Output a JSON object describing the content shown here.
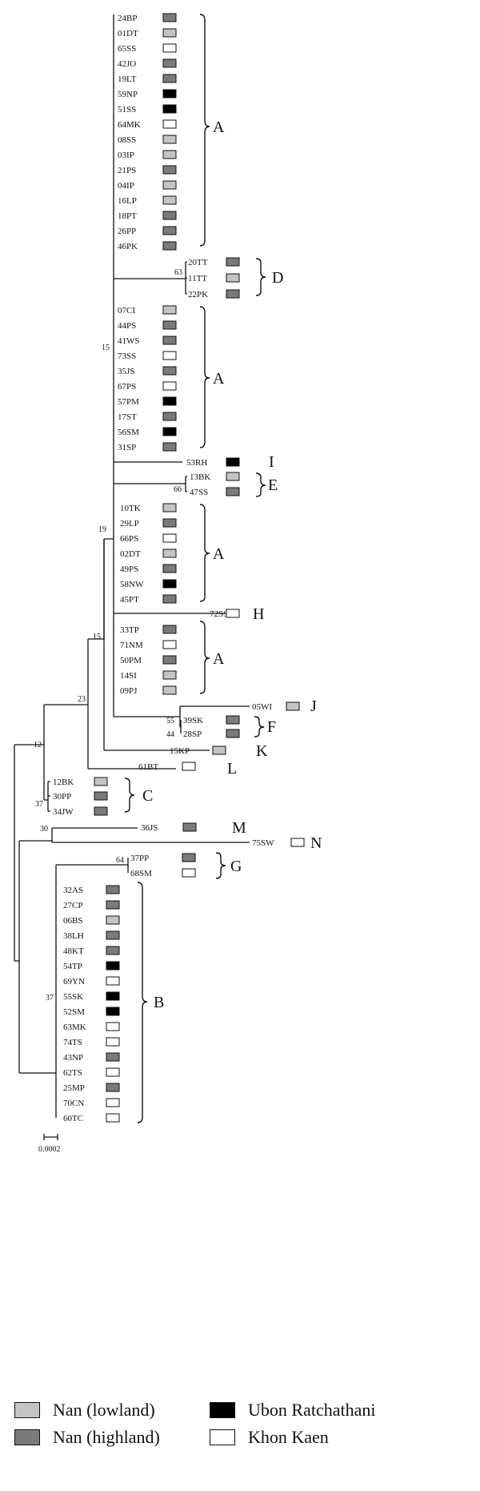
{
  "groups": [
    {
      "id": "lowland",
      "label": "Nan (lowland)",
      "color": "#c4c4c4"
    },
    {
      "id": "highland",
      "label": "Nan (highland)",
      "color": "#7a7a7a"
    },
    {
      "id": "ubon",
      "label": "Ubon Ratchathani",
      "color": "#000000"
    },
    {
      "id": "khon",
      "label": "Khon Kaen",
      "color": "#ffffff"
    }
  ],
  "bootstrap": {
    "b63": "63",
    "b15a": "15",
    "b19": "19",
    "b66": "66",
    "b15b": "15",
    "b55": "55",
    "b44": "44",
    "b23": "23",
    "b12": "12",
    "b37a": "37",
    "b30": "30",
    "b64": "64",
    "b37b": "37"
  },
  "clade_letters": {
    "A1": "A",
    "D": "D",
    "A2": "A",
    "I": "I",
    "E": "E",
    "A3": "A",
    "H": "H",
    "A4": "A",
    "J": "J",
    "F": "F",
    "K": "K",
    "L": "L",
    "C": "C",
    "M": "M",
    "N": "N",
    "G": "G",
    "B": "B"
  },
  "scale": {
    "label": "0.0002"
  },
  "tips": [
    {
      "label": "24BP",
      "group": "highland"
    },
    {
      "label": "01DT",
      "group": "lowland"
    },
    {
      "label": "65SS",
      "group": "khon"
    },
    {
      "label": "42JO",
      "group": "highland"
    },
    {
      "label": "19LT",
      "group": "highland"
    },
    {
      "label": "59NP",
      "group": "ubon"
    },
    {
      "label": "51SS",
      "group": "ubon"
    },
    {
      "label": "64MK",
      "group": "khon"
    },
    {
      "label": "08SS",
      "group": "lowland"
    },
    {
      "label": "03IP",
      "group": "lowland"
    },
    {
      "label": "21PS",
      "group": "highland"
    },
    {
      "label": "04IP",
      "group": "lowland"
    },
    {
      "label": "16LP",
      "group": "lowland"
    },
    {
      "label": "18PT",
      "group": "highland"
    },
    {
      "label": "26PP",
      "group": "highland"
    },
    {
      "label": "46PK",
      "group": "highland"
    },
    {
      "label": "20TT",
      "group": "highland"
    },
    {
      "label": "11TT",
      "group": "lowland"
    },
    {
      "label": "22PK",
      "group": "highland"
    },
    {
      "label": "07CI",
      "group": "lowland"
    },
    {
      "label": "44PS",
      "group": "highland"
    },
    {
      "label": "41WS",
      "group": "highland"
    },
    {
      "label": "73SS",
      "group": "khon"
    },
    {
      "label": "35JS",
      "group": "highland"
    },
    {
      "label": "67PS",
      "group": "khon"
    },
    {
      "label": "57PM",
      "group": "ubon"
    },
    {
      "label": "17ST",
      "group": "highland"
    },
    {
      "label": "56SM",
      "group": "ubon"
    },
    {
      "label": "31SP",
      "group": "highland"
    },
    {
      "label": "53RH",
      "group": "ubon"
    },
    {
      "label": "13BK",
      "group": "lowland"
    },
    {
      "label": "47SS",
      "group": "highland"
    },
    {
      "label": "10TK",
      "group": "lowland"
    },
    {
      "label": "29LP",
      "group": "highland"
    },
    {
      "label": "66PS",
      "group": "khon"
    },
    {
      "label": "02DT",
      "group": "lowland"
    },
    {
      "label": "49PS",
      "group": "highland"
    },
    {
      "label": "58NW",
      "group": "ubon"
    },
    {
      "label": "45PT",
      "group": "highland"
    },
    {
      "label": "72SS",
      "group": "khon"
    },
    {
      "label": "33TP",
      "group": "highland"
    },
    {
      "label": "71NM",
      "group": "khon"
    },
    {
      "label": "50PM",
      "group": "highland"
    },
    {
      "label": "14SI",
      "group": "lowland"
    },
    {
      "label": "09PJ",
      "group": "lowland"
    },
    {
      "label": "05WI",
      "group": "lowland"
    },
    {
      "label": "39SK",
      "group": "highland"
    },
    {
      "label": "28SP",
      "group": "highland"
    },
    {
      "label": "15KP",
      "group": "lowland"
    },
    {
      "label": "61BT",
      "group": "khon"
    },
    {
      "label": "12BK",
      "group": "lowland"
    },
    {
      "label": "30PP",
      "group": "highland"
    },
    {
      "label": "34JW",
      "group": "highland"
    },
    {
      "label": "36JS",
      "group": "highland"
    },
    {
      "label": "75SW",
      "group": "khon"
    },
    {
      "label": "37PP",
      "group": "highland"
    },
    {
      "label": "68SM",
      "group": "khon"
    },
    {
      "label": "32AS",
      "group": "highland"
    },
    {
      "label": "27CP",
      "group": "highland"
    },
    {
      "label": "06BS",
      "group": "lowland"
    },
    {
      "label": "38LH",
      "group": "highland"
    },
    {
      "label": "48KT",
      "group": "highland"
    },
    {
      "label": "54TP",
      "group": "ubon"
    },
    {
      "label": "69YN",
      "group": "khon"
    },
    {
      "label": "55SK",
      "group": "ubon"
    },
    {
      "label": "52SM",
      "group": "ubon"
    },
    {
      "label": "63MK",
      "group": "khon"
    },
    {
      "label": "74TS",
      "group": "khon"
    },
    {
      "label": "43NP",
      "group": "highland"
    },
    {
      "label": "62TS",
      "group": "khon"
    },
    {
      "label": "25MP",
      "group": "highland"
    },
    {
      "label": "70CN",
      "group": "khon"
    },
    {
      "label": "60TC",
      "group": "khon"
    }
  ]
}
